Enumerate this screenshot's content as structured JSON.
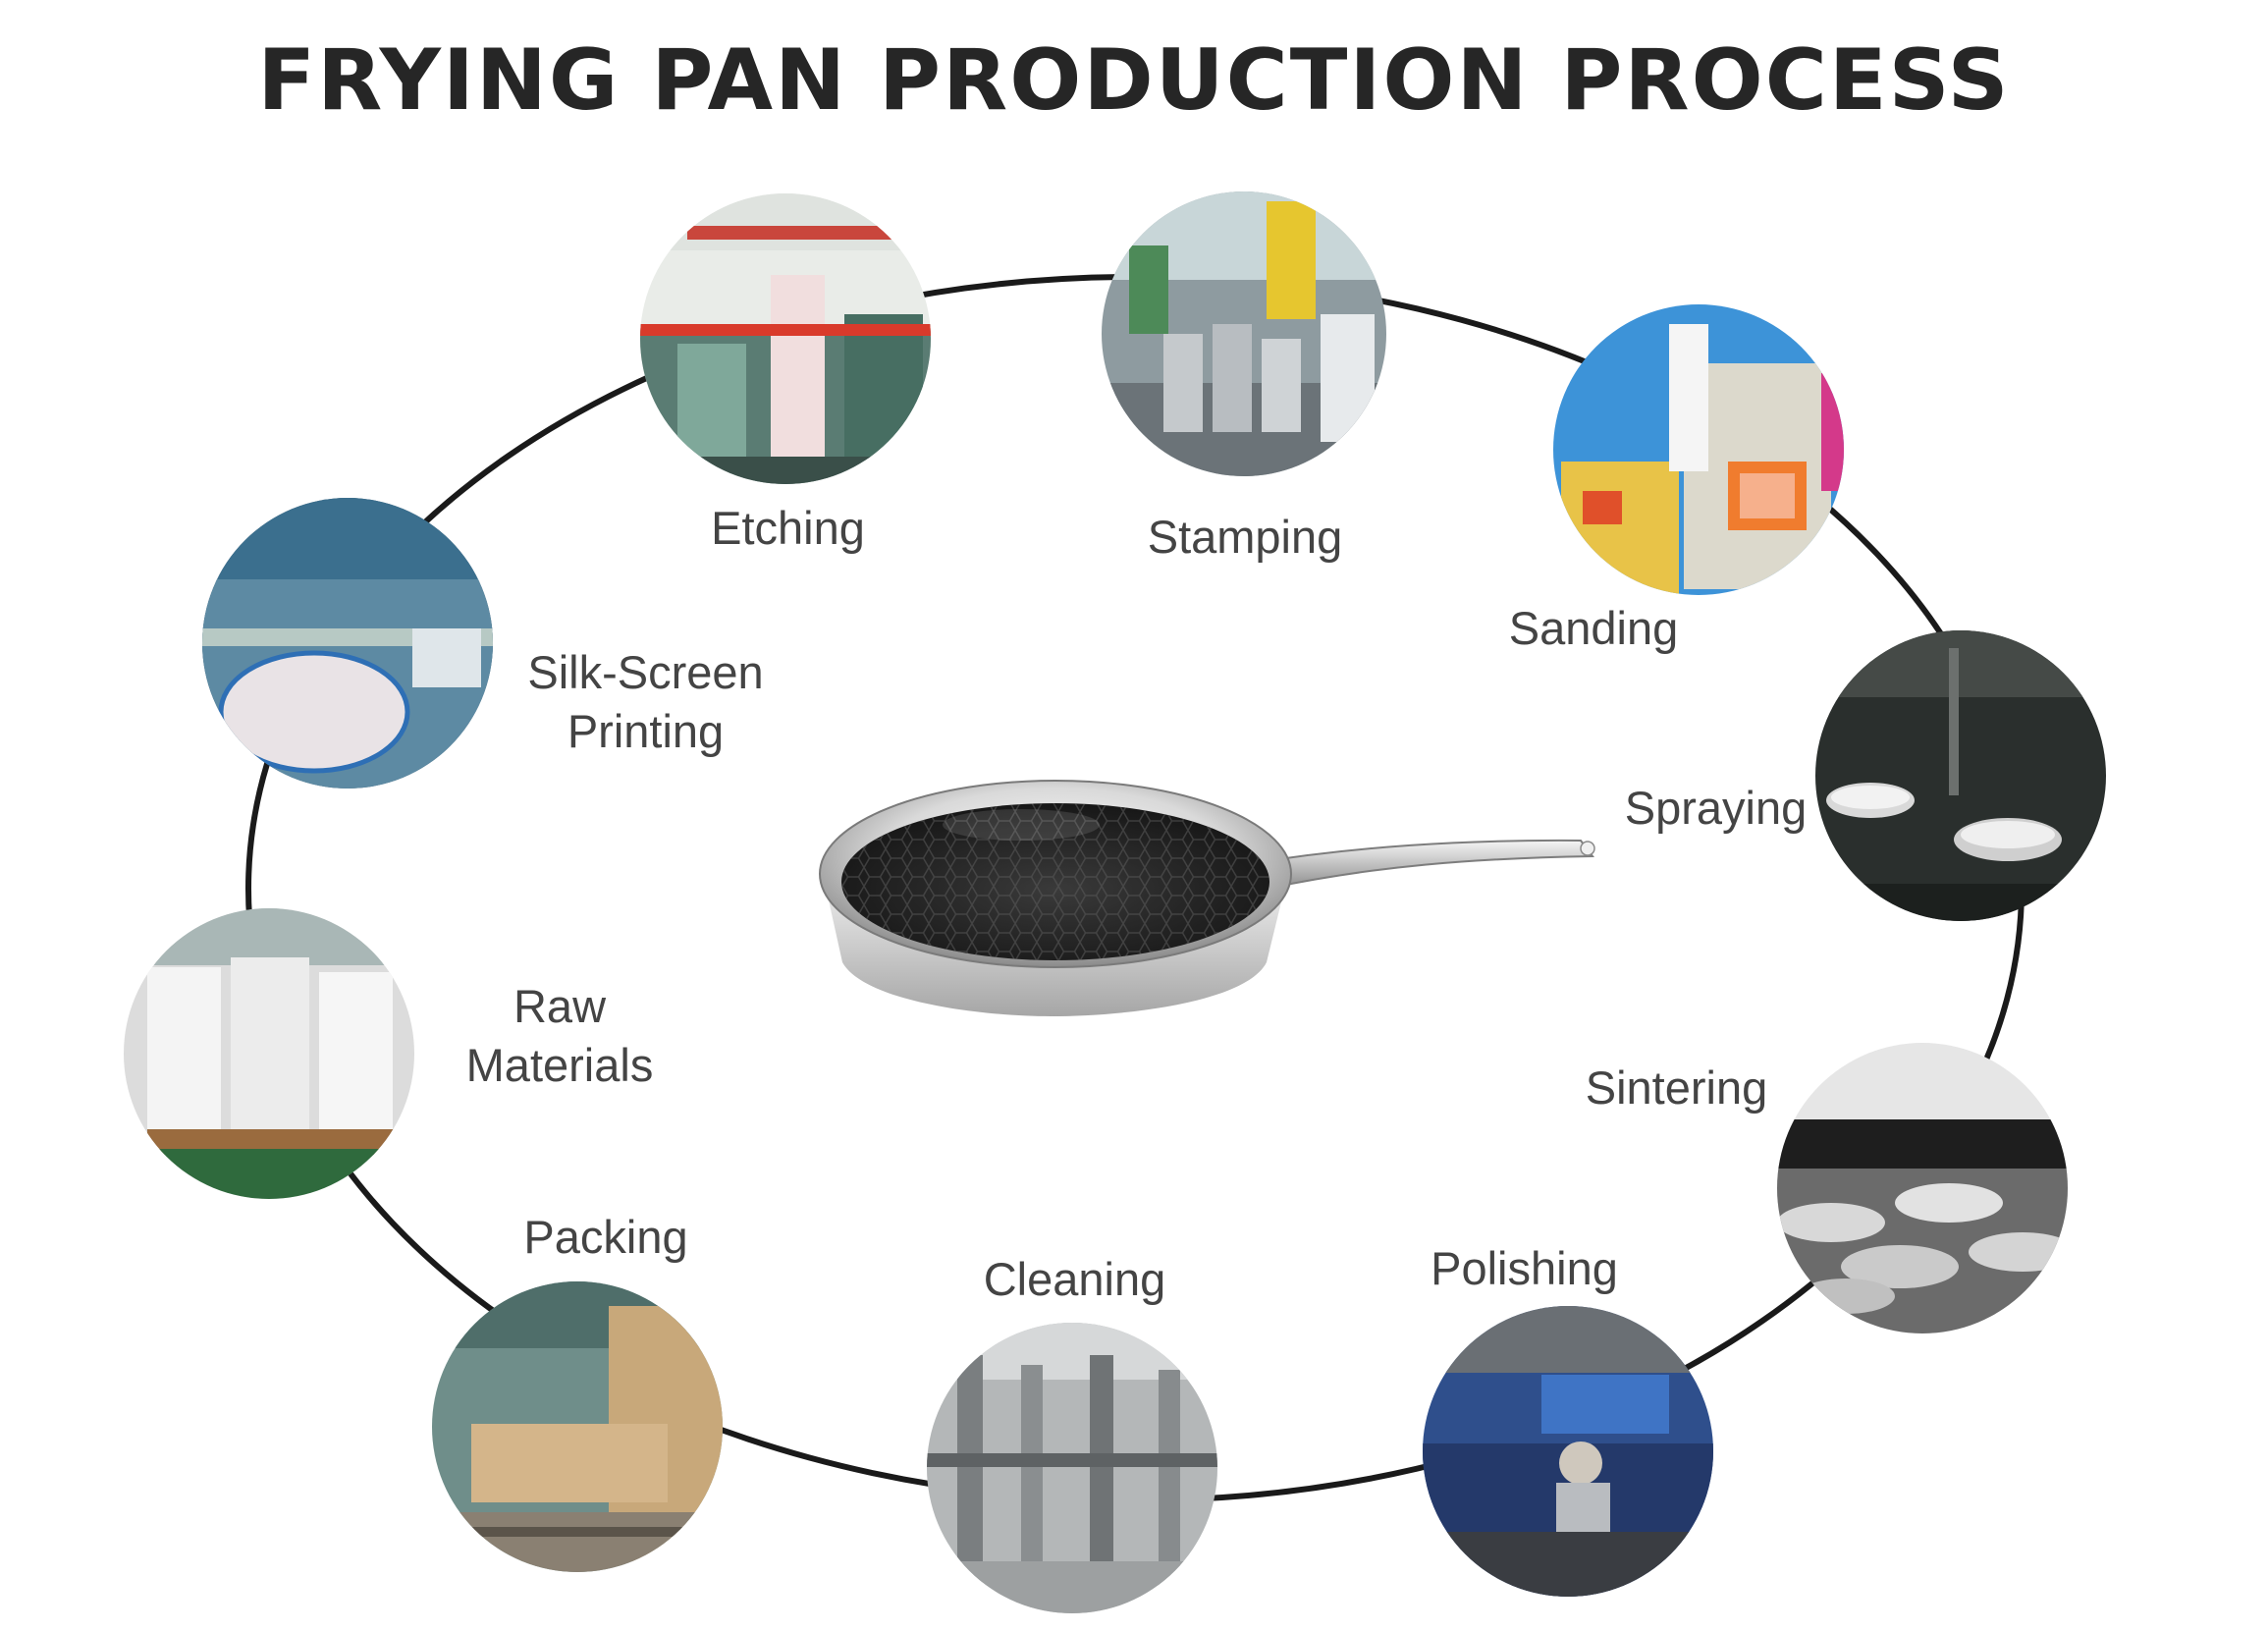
{
  "title": "FRYING PAN PRODUCTION PROCESS",
  "steps": [
    {
      "id": "etching",
      "label": "Etching"
    },
    {
      "id": "stamping",
      "label": "Stamping"
    },
    {
      "id": "sanding",
      "label": "Sanding"
    },
    {
      "id": "spraying",
      "label": "Spraying"
    },
    {
      "id": "sintering",
      "label": "Sintering"
    },
    {
      "id": "polishing",
      "label": "Polishing"
    },
    {
      "id": "cleaning",
      "label": "Cleaning"
    },
    {
      "id": "packing",
      "label": "Packing"
    },
    {
      "id": "raw-materials",
      "label_lines": [
        "Raw",
        "Materials"
      ]
    },
    {
      "id": "silk-screen-printing",
      "label_lines": [
        "Silk-Screen",
        "Printing"
      ]
    }
  ],
  "colors": {
    "loop": "#1a1a1a",
    "title": "#262626",
    "label": "#444444"
  }
}
